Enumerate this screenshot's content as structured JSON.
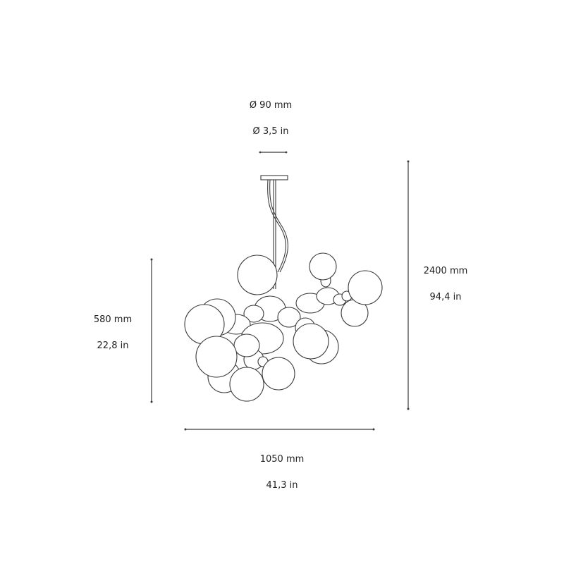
{
  "diagram": {
    "subject": "pendant-lamp-dimension-drawing",
    "colors": {
      "line": "#3a3a3a",
      "background": "#ffffff",
      "text": "#1e1e1e"
    },
    "dimensions": {
      "canopy_diameter": {
        "metric": "Ø 90 mm",
        "imperial": "Ø 3,5 in"
      },
      "total_height": {
        "metric": "2400 mm",
        "imperial": "94,4 in"
      },
      "body_height": {
        "metric": "580 mm",
        "imperial": "22,8 in"
      },
      "body_width": {
        "metric": "1050 mm",
        "imperial": "41,3 in"
      }
    }
  }
}
